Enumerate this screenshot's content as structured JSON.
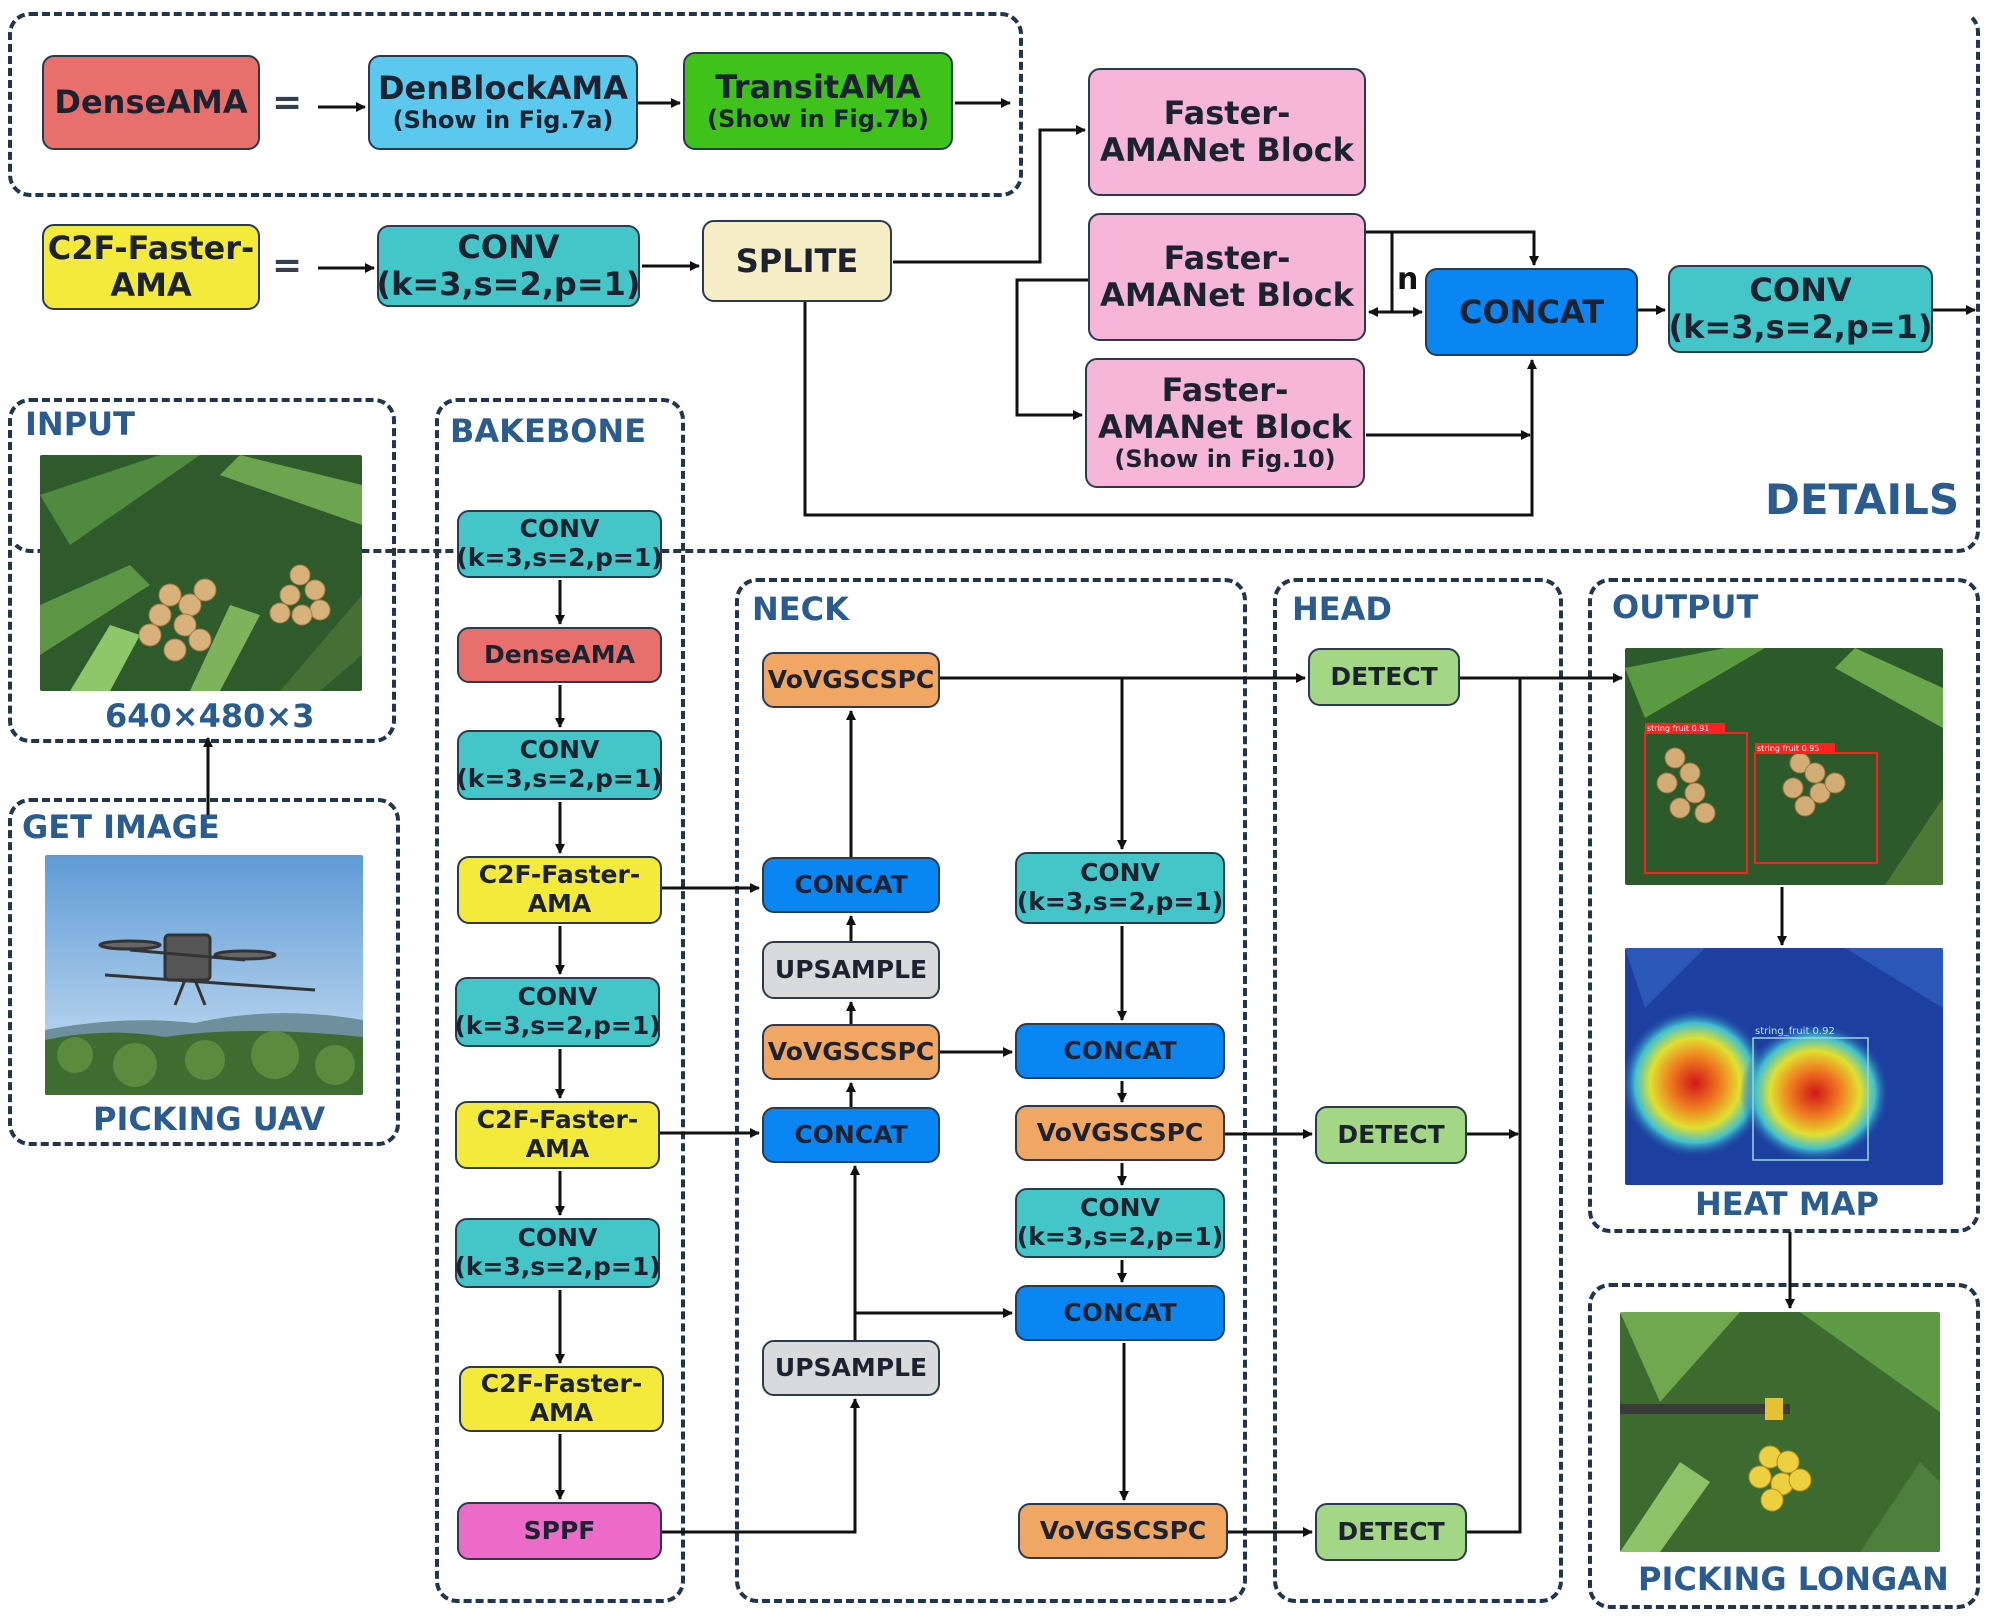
{
  "details": {
    "label": "DETAILS",
    "dense_row": {
      "dense": "DenseAMA",
      "eq": "=",
      "denblock": {
        "title": "DenBlockAMA",
        "sub": "(Show in Fig.7a)"
      },
      "transit": {
        "title": "TransitAMA",
        "sub": "(Show in Fig.7b)"
      }
    },
    "c2f_row": {
      "c2f": [
        "C2F-Faster-",
        "AMA"
      ],
      "eq": "=",
      "conv": [
        "CONV",
        "(k=3,s=2,p=1)"
      ],
      "splite": "SPLITE",
      "faster1": [
        "Faster-",
        "AMANet Block"
      ],
      "faster2": [
        "Faster-",
        "AMANet Block"
      ],
      "faster3": [
        "Faster-",
        "AMANet Block",
        "(Show in Fig.10)"
      ],
      "n_label": "n",
      "concat": "CONCAT",
      "conv_out": [
        "CONV",
        "(k=3,s=2,p=1)"
      ]
    }
  },
  "input": {
    "label": "INPUT",
    "size": "640×480×3"
  },
  "get_image": {
    "label": "GET IMAGE",
    "caption": "PICKING UAV"
  },
  "backbone": {
    "label": "BAKEBONE",
    "items": [
      [
        "CONV",
        "(k=3,s=2,p=1)"
      ],
      [
        "DenseAMA"
      ],
      [
        "CONV",
        "(k=3,s=2,p=1)"
      ],
      [
        "C2F-Faster-",
        "AMA"
      ],
      [
        "CONV",
        "(k=3,s=2,p=1)"
      ],
      [
        "C2F-Faster-",
        "AMA"
      ],
      [
        "CONV",
        "(k=3,s=2,p=1)"
      ],
      [
        "C2F-Faster-",
        "AMA"
      ],
      [
        "SPPF"
      ]
    ]
  },
  "neck": {
    "label": "NECK",
    "vov_top": "VoVGSCSPC",
    "concat1": "CONCAT",
    "upsample1": "UPSAMPLE",
    "vov_mid": "VoVGSCSPC",
    "concat2": "CONCAT",
    "upsample2": "UPSAMPLE",
    "conv_r1": [
      "CONV",
      "(k=3,s=2,p=1)"
    ],
    "concat_r1": "CONCAT",
    "vov_r1": "VoVGSCSPC",
    "conv_r2": [
      "CONV",
      "(k=3,s=2,p=1)"
    ],
    "concat_r2": "CONCAT",
    "vov_bottom": "VoVGSCSPC"
  },
  "head": {
    "label": "HEAD",
    "detects": [
      "DETECT",
      "DETECT",
      "DETECT"
    ]
  },
  "output": {
    "label": "OUTPUT",
    "det_labels": [
      "string fruit 0.91",
      "string fruit 0.95"
    ],
    "heat_label": "string_fruit  0.92",
    "heat_caption": "HEAT MAP"
  },
  "picking": {
    "caption": "PICKING LONGAN"
  },
  "colors": {
    "line": "#111111",
    "dash": "#1f3550",
    "label_blue": "#2a5c8f"
  }
}
